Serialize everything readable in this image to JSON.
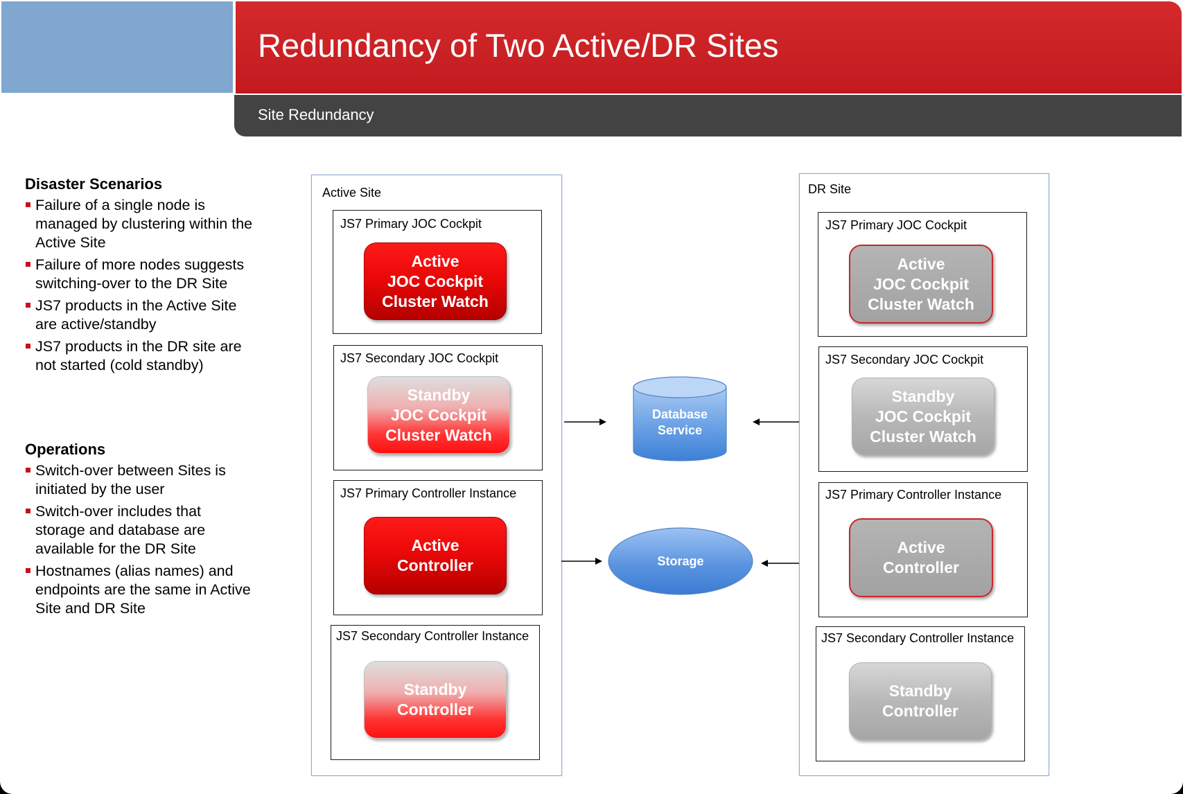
{
  "header": {
    "title": "Redundancy of Two Active/DR Sites",
    "subtitle": "Site Redundancy"
  },
  "left": {
    "disaster": {
      "heading": "Disaster Scenarios",
      "bullets": [
        "Failure of a single node is managed by clustering within the Active Site",
        "Failure of more nodes suggests switching-over to the DR Site",
        "JS7 products in the Active Site are active/standby",
        "JS7 products in the DR site are not started (cold standby)"
      ]
    },
    "operations": {
      "heading": "Operations",
      "bullets": [
        "Switch-over between Sites is initiated by the user",
        "Switch-over includes that storage and database are available for the DR Site",
        "Hostnames (alias names) and endpoints are the same in Active Site and DR Site"
      ]
    }
  },
  "active_site": {
    "label": "Active Site",
    "components": [
      {
        "label": "JS7 Primary JOC Cockpit",
        "lines": [
          "Active",
          "JOC Cockpit",
          "Cluster Watch"
        ]
      },
      {
        "label": "JS7 Secondary JOC Cockpit",
        "lines": [
          "Standby",
          "JOC Cockpit",
          "Cluster Watch"
        ]
      },
      {
        "label": "JS7 Primary Controller Instance",
        "lines": [
          "Active",
          "Controller"
        ]
      },
      {
        "label": "JS7 Secondary Controller Instance",
        "lines": [
          "Standby",
          "Controller"
        ]
      }
    ]
  },
  "dr_site": {
    "label": "DR Site",
    "components": [
      {
        "label": "JS7 Primary JOC Cockpit",
        "lines": [
          "Active",
          "JOC Cockpit",
          "Cluster Watch"
        ]
      },
      {
        "label": "JS7 Secondary JOC Cockpit",
        "lines": [
          "Standby",
          "JOC Cockpit",
          "Cluster Watch"
        ]
      },
      {
        "label": "JS7 Primary Controller Instance",
        "lines": [
          "Active",
          "Controller"
        ]
      },
      {
        "label": "JS7 Secondary Controller Instance",
        "lines": [
          "Standby",
          "Controller"
        ]
      }
    ]
  },
  "shared": {
    "database": [
      "Database",
      "Service"
    ],
    "storage": "Storage"
  },
  "colors": {
    "header_red": "#c8202a",
    "header_blue": "#7fa7cf",
    "header_dark": "#434343",
    "active_red": "#e60000",
    "node_blue": "#4b8ee0"
  }
}
